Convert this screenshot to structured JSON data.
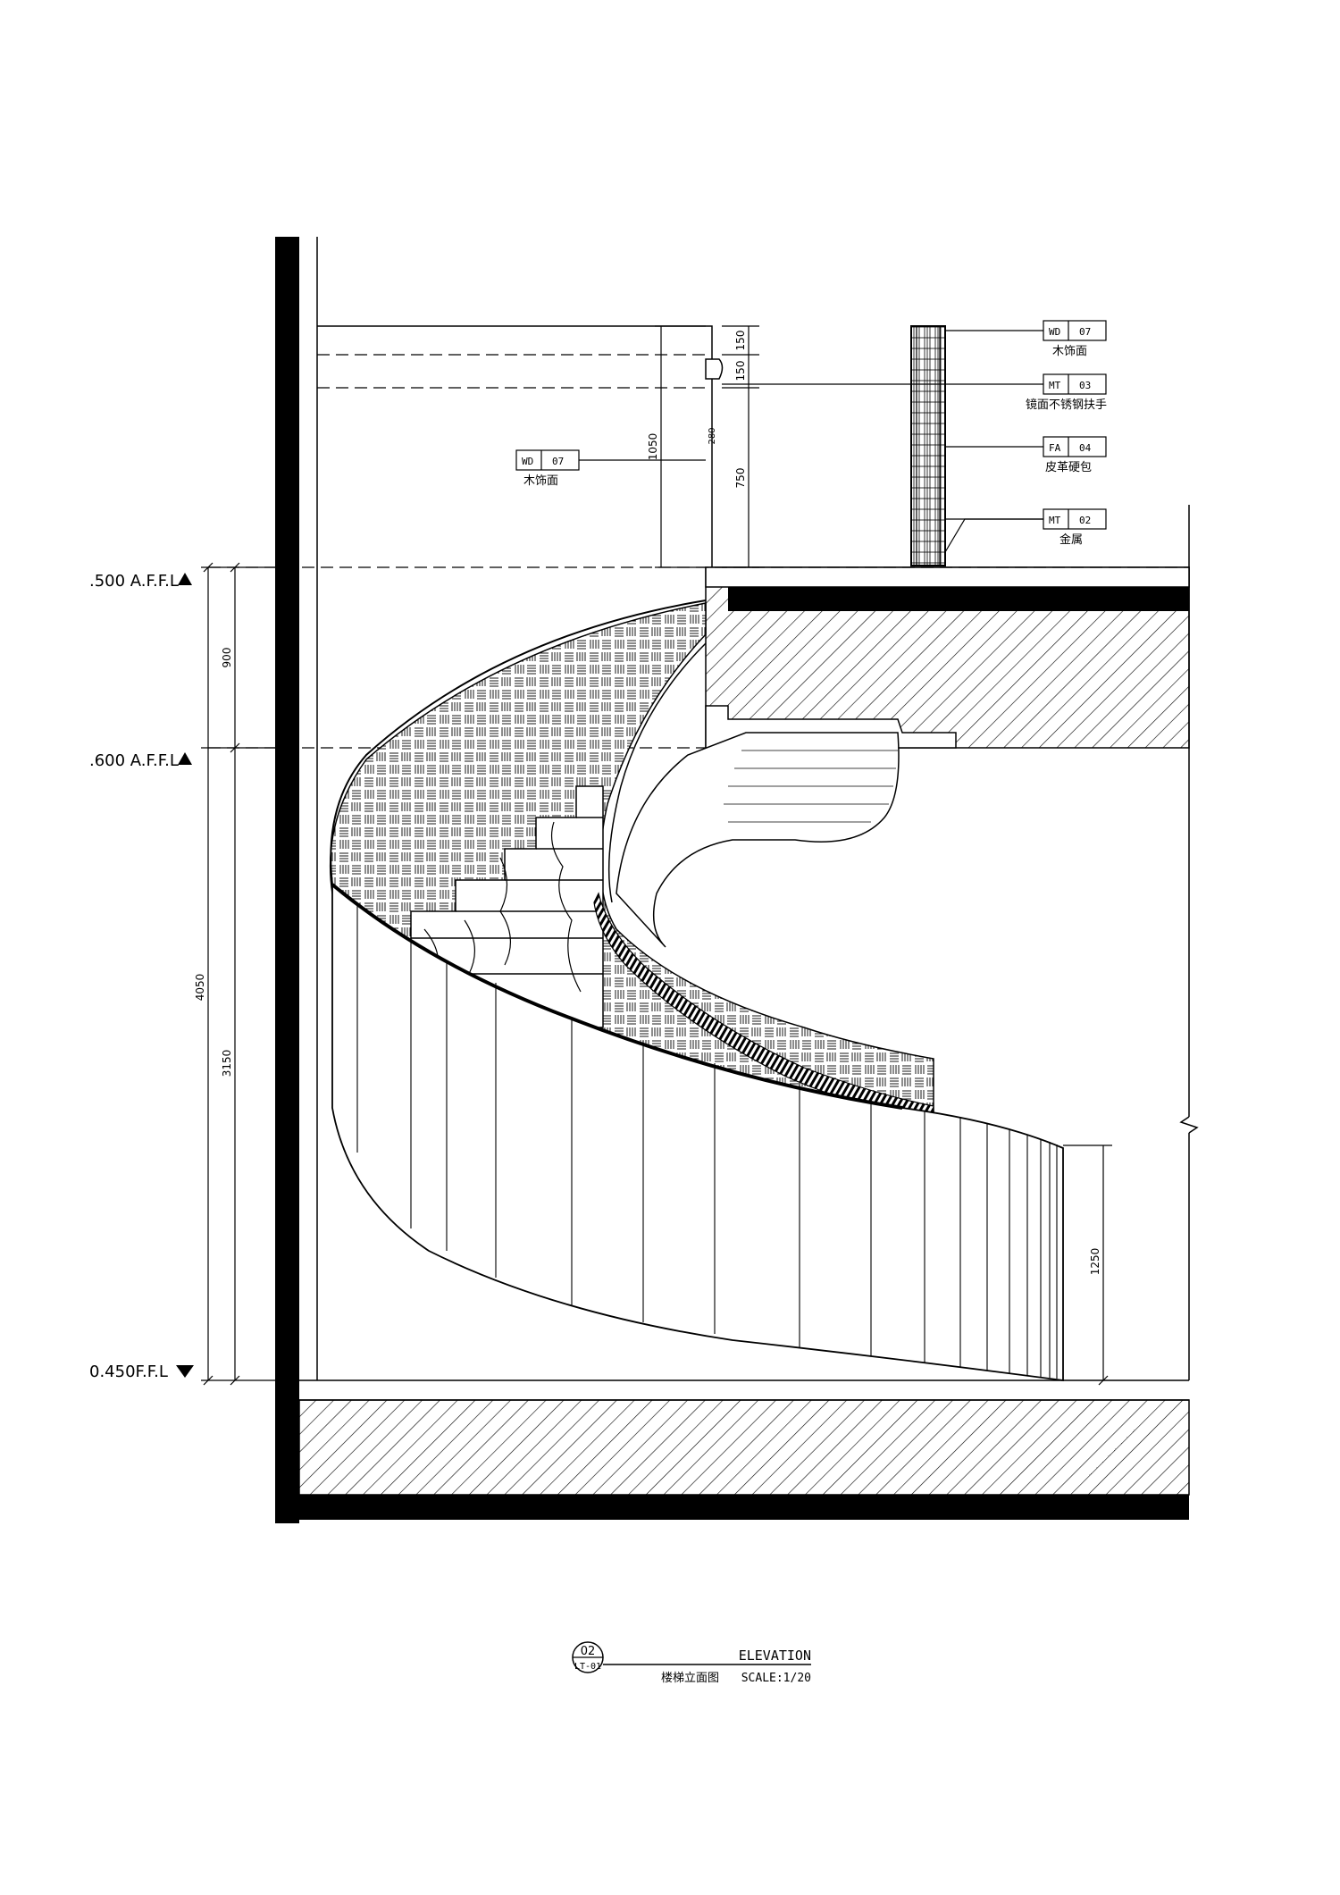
{
  "levels": [
    {
      "label": ".500 A.F.F.L",
      "marker": "triangle-up"
    },
    {
      "label": ".600 A.F.F.L",
      "marker": "triangle-up"
    },
    {
      "label": "0.450F.F.L",
      "marker": "triangle-down"
    }
  ],
  "dimensions": {
    "left_outer": "4050",
    "left_upper": "900",
    "left_lower": "3150",
    "rail_top": "150",
    "rail_second": "150",
    "rail_height": "750",
    "rail_total": "1050",
    "rail_small": "280",
    "right_bottom": "1250"
  },
  "tags": {
    "wd07_left": {
      "code": "WD",
      "num": "07",
      "label": "木饰面"
    },
    "wd07": {
      "code": "WD",
      "num": "07",
      "label": "木饰面"
    },
    "mt03": {
      "code": "MT",
      "num": "03",
      "label": "镜面不锈钢扶手"
    },
    "fa04": {
      "code": "FA",
      "num": "04",
      "label": "皮革硬包"
    },
    "mt02": {
      "code": "MT",
      "num": "02",
      "label": "金属"
    }
  },
  "title_block": {
    "number": "02",
    "sheet": "LT-01",
    "title": "ELEVATION",
    "subtitle": "楼梯立面图",
    "scale": "SCALE:1/20"
  }
}
